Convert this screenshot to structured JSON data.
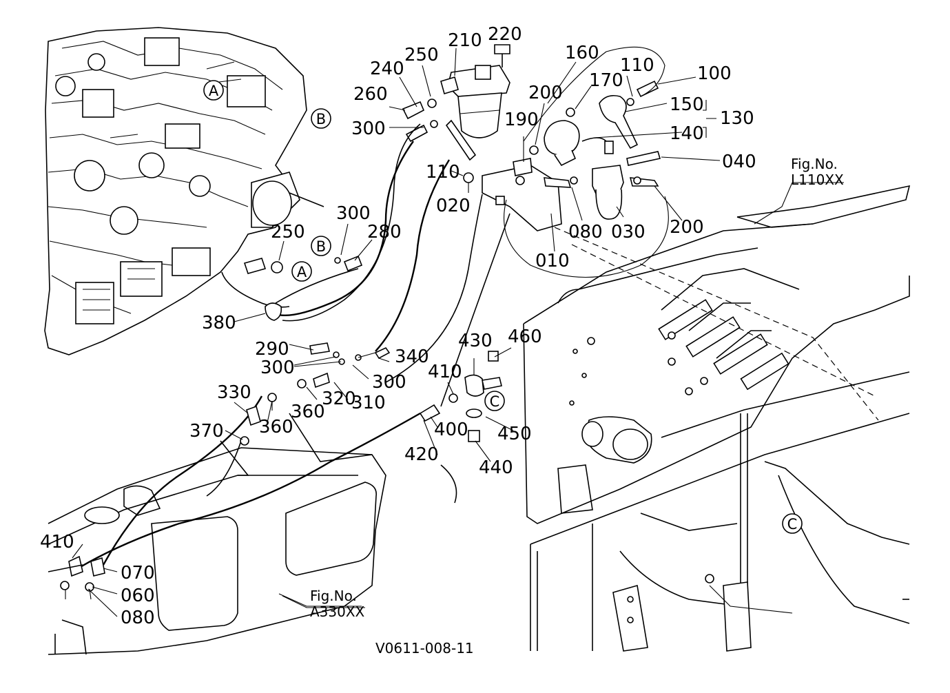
{
  "callouts": {
    "p210": "210",
    "p220": "220",
    "p250a": "250",
    "p240": "240",
    "p260": "260",
    "p300a": "300",
    "p160": "160",
    "p110a": "110",
    "p100": "100",
    "p170": "170",
    "p150": "150",
    "p130": "130",
    "p200a": "200",
    "p190": "190",
    "p140": "140",
    "p040": "040",
    "p110b": "110",
    "p020": "020",
    "p030": "030",
    "p200b": "200",
    "p080a": "080",
    "p010": "010",
    "p300b": "300",
    "p280": "280",
    "p250b": "250",
    "p380": "380",
    "p290": "290",
    "p300c": "300",
    "p340": "340",
    "p300d": "300",
    "p310": "310",
    "p320": "320",
    "p330": "330",
    "p360a": "360",
    "p360b": "360",
    "p370": "370",
    "p430": "430",
    "p460": "460",
    "p410a": "410",
    "p400": "400",
    "p450": "450",
    "p420": "420",
    "p440": "440",
    "p410b": "410",
    "p070": "070",
    "p060": "060",
    "p080b": "080"
  },
  "ref_letters": {
    "a1": "A",
    "b1": "B",
    "b2": "B",
    "a2": "A",
    "c1": "C",
    "c2": "C"
  },
  "figure_refs": {
    "l110": {
      "label": "Fig.No.",
      "code": "L110XX"
    },
    "a330": {
      "label": "Fig.No.",
      "code": "A330XX"
    }
  },
  "drawing_number": "V0611-008-11"
}
